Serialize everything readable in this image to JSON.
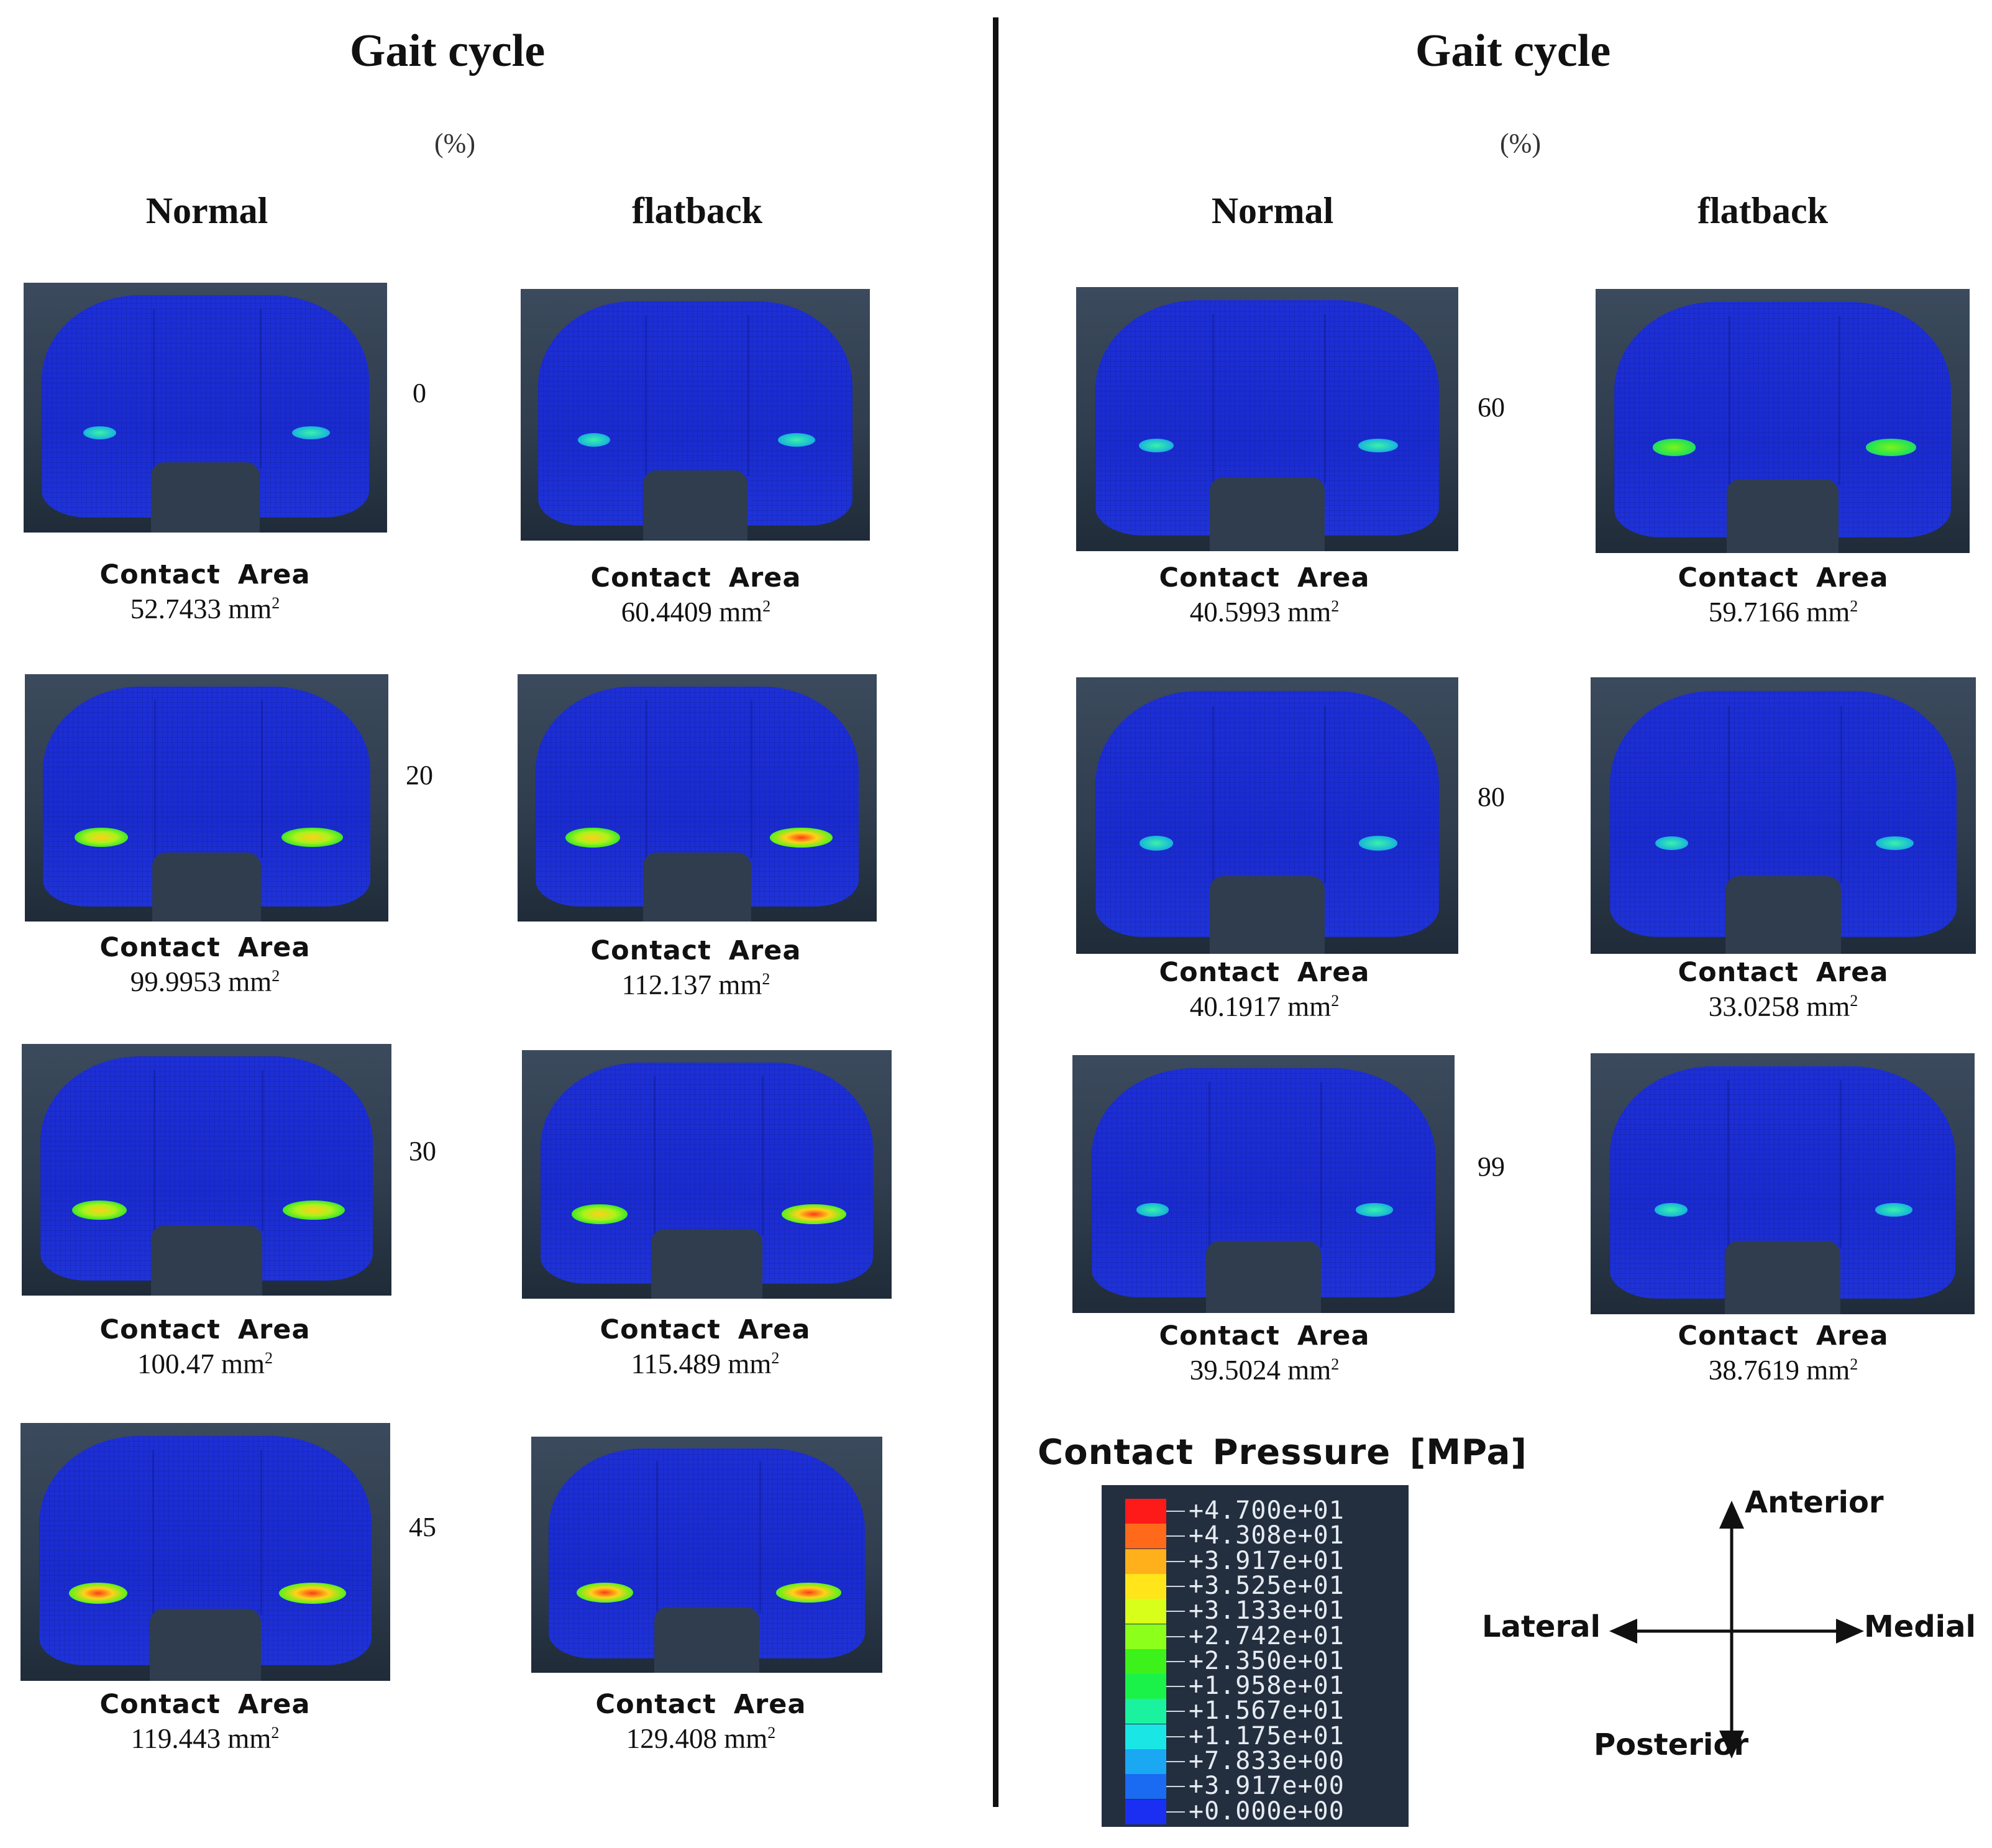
{
  "headers": {
    "left": {
      "title": "Gait cycle",
      "unit": "(%)",
      "col_a": "Normal",
      "col_b": "flatback"
    },
    "right": {
      "title": "Gait cycle",
      "unit": "(%)",
      "col_a": "Normal",
      "col_b": "flatback"
    }
  },
  "contact_label": "Contact Area",
  "area_unit": "mm",
  "area_unit_exp": "2",
  "rows": [
    {
      "gait": "0",
      "normal": "52.7433",
      "flatback": "60.4409",
      "spot_level": [
        0.22,
        0.24
      ]
    },
    {
      "gait": "20",
      "normal": "99.9953",
      "flatback": "112.137",
      "spot_level": [
        0.62,
        0.66
      ]
    },
    {
      "gait": "30",
      "normal": "100.47",
      "flatback": "115.489",
      "spot_level": [
        0.62,
        0.66
      ]
    },
    {
      "gait": "45",
      "normal": "119.443",
      "flatback": "129.408",
      "spot_level": [
        0.7,
        0.72
      ]
    },
    {
      "gait": "60",
      "normal": "40.5993",
      "flatback": "59.7166",
      "spot_level": [
        0.22,
        0.4
      ]
    },
    {
      "gait": "80",
      "normal": "40.1917",
      "flatback": "33.0258",
      "spot_level": [
        0.2,
        0.18
      ]
    },
    {
      "gait": "99",
      "normal": "39.5024",
      "flatback": "38.7619",
      "spot_level": [
        0.18,
        0.18
      ]
    }
  ],
  "legend": {
    "title": "Contact Pressure [MPa]",
    "values": [
      "+4.700e+01",
      "+4.308e+01",
      "+3.917e+01",
      "+3.525e+01",
      "+3.133e+01",
      "+2.742e+01",
      "+2.350e+01",
      "+1.958e+01",
      "+1.567e+01",
      "+1.175e+01",
      "+7.833e+00",
      "+3.917e+00",
      "+0.000e+00"
    ],
    "colors": [
      "#ff1a1a",
      "#ff6a1a",
      "#ffb01a",
      "#ffe51a",
      "#d8ff1a",
      "#8cff1a",
      "#3cf21a",
      "#1af24a",
      "#1af2a0",
      "#1ae6e6",
      "#1aa8f2",
      "#1a6af2",
      "#1a2ff2"
    ]
  },
  "orientation": {
    "up": "Anterior",
    "down": "Posterior",
    "left": "Lateral",
    "right": "Medial"
  }
}
